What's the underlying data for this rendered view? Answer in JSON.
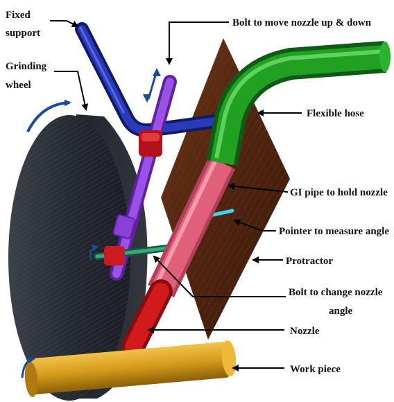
{
  "labels": {
    "fixed_support_1": "Fixed",
    "fixed_support_2": "support",
    "grinding_wheel_1": "Grinding",
    "grinding_wheel_2": "wheel",
    "bolt_nozzle_updown": "Bolt to move nozzle up & down",
    "flexible_hose": "Flexible hose",
    "gi_pipe": "GI pipe to hold nozzle",
    "pointer": "Pointer to measure angle",
    "protractor": "Protractor",
    "bolt_angle_1": "Bolt to change nozzle",
    "bolt_angle_2": "angle",
    "nozzle": "Nozzle",
    "work_piece": "Work piece"
  },
  "colors": {
    "fixed_support": "#1a2a8f",
    "grinding_wheel": "#2b2f36",
    "vertical_rod": "#8a3fd6",
    "flexible_hose": "#1f8a1f",
    "gi_pipe": "#e0607a",
    "nozzle": "#d11a1a",
    "protractor": "#5a2a14",
    "pointer": "#40d0f0",
    "angle_bolt": "#2a8a6a",
    "clamp": "#b3121a",
    "work_piece": "#d49a1a",
    "arrows": "#1a4a9a"
  }
}
